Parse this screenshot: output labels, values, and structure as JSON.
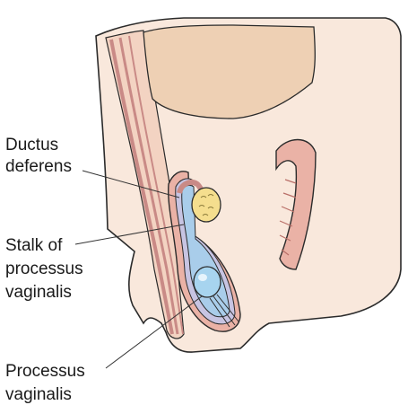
{
  "labels": {
    "ductus_deferens": {
      "line1": "Ductus",
      "line2": "deferens"
    },
    "stalk_processus_vaginalis": {
      "line1": "Stalk of",
      "line2": "processus",
      "line3": "vaginalis"
    },
    "processus_vaginalis": {
      "line1": "Processus",
      "line2": "vaginalis"
    }
  },
  "colors": {
    "outline": "#2b2b2b",
    "skin": "#f9e8dc",
    "body_wall_inner": "#f3d3c2",
    "peritoneal_cavity": "#eed0b4",
    "muscle_stripe": "#c98a86",
    "rectum": "#eab2a6",
    "testis": "#f5de8e",
    "vaginalis_purple": "#c7c4e2",
    "vaginalis_blue": "#a9cdea",
    "cyst": "#a7d4ef",
    "label_text": "#1a1a1a",
    "leader_line": "#333333"
  }
}
